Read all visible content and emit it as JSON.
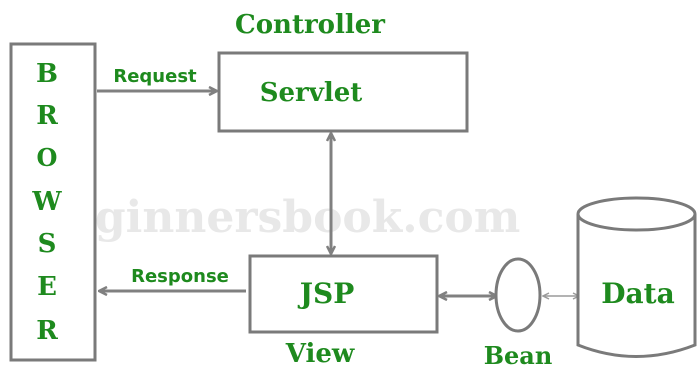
{
  "browser": {
    "letters": [
      "B",
      "R",
      "O",
      "W",
      "S",
      "E",
      "R"
    ]
  },
  "controller": {
    "heading": "Controller",
    "servlet_label": "Servlet"
  },
  "request_label": "Request",
  "response_label": "Response",
  "view": {
    "jsp_label": "JSP",
    "heading": "View"
  },
  "bean_label": "Bean",
  "data_label": "Data",
  "watermark": "Beginnersbook.com",
  "colors": {
    "text": "#1e8a1e",
    "stroke": "#7a7a7a",
    "watermark": "#d9d9d9"
  }
}
